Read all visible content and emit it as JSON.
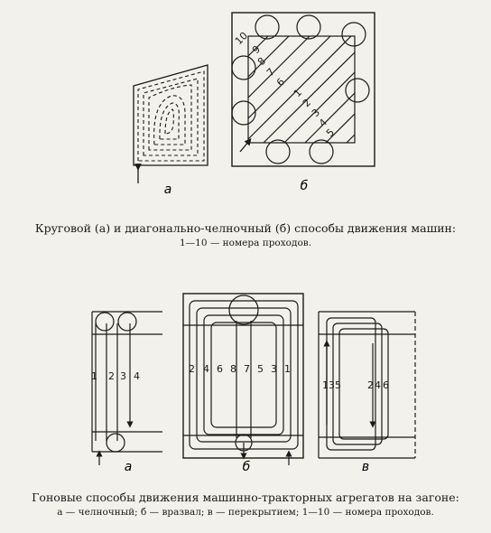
{
  "figure1": {
    "label_a": "а",
    "label_b": "б",
    "pass_numbers": [
      "10",
      "9",
      "8",
      "7",
      "6",
      "1",
      "2",
      "3",
      "4",
      "5"
    ],
    "caption_line1": "Круговой (а) и диагонально-челночный (б) способы движения машин:",
    "caption_line2": "1—10 — номера проходов."
  },
  "figure2": {
    "label_a": "а",
    "label_b": "б",
    "label_v": "в",
    "numbers_a": [
      "1",
      "2",
      "3",
      "4"
    ],
    "numbers_b": [
      "2",
      "4",
      "6",
      "8",
      "7",
      "5",
      "3",
      "1"
    ],
    "numbers_v": [
      "1",
      "3",
      "5",
      "2",
      "4",
      "6"
    ],
    "caption_line1": "Гоновые способы движения машинно-тракторных агрегатов на загоне:",
    "caption_line2": "а — челночный;  б — вразвал;  в — перекрытием;  1—10 — номера проходов."
  }
}
